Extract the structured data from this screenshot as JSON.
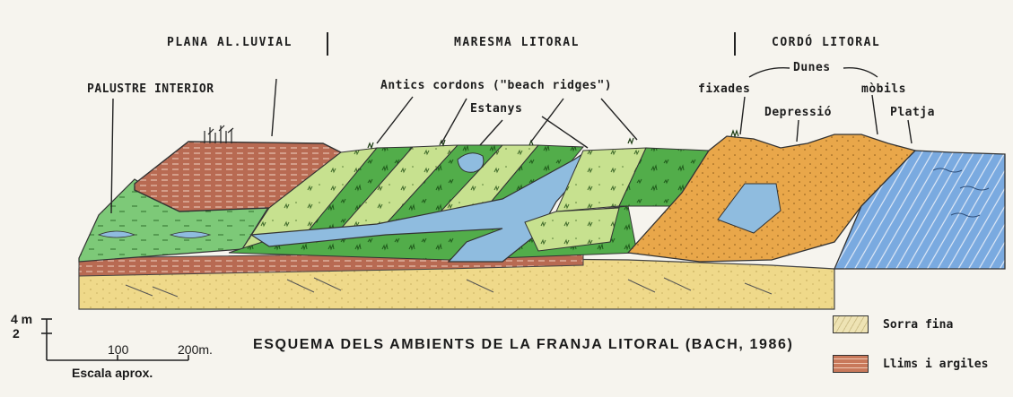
{
  "headers": {
    "plana": "PLANA AL.LUVIAL",
    "maresma": "MARESMA LITORAL",
    "cordo": "CORDÓ LITORAL"
  },
  "labels": {
    "palustre": "PALUSTRE INTERIOR",
    "antics": "Antics cordons (\"beach ridges\")",
    "estanys": "Estanys",
    "dunes": "Dunes",
    "fixades": "fixades",
    "mobils": "mòbils",
    "depressio": "Depressió",
    "platja": "Platja"
  },
  "caption": "ESQUEMA DELS AMBIENTS DE LA FRANJA LITORAL (BACH, 1986)",
  "scale": {
    "v_top": "4 m",
    "v_mid": "2",
    "h_100": "100",
    "h_200": "200m.",
    "note": "Escala aprox."
  },
  "legend": [
    {
      "label": "Sorra fina",
      "color": "#e9d888"
    },
    {
      "label": "Llims i argiles",
      "color": "#c8785a"
    }
  ],
  "colors": {
    "sand": "#efd98a",
    "clay": "#b4604b",
    "marsh_green": "#6fc36f",
    "dark_green": "#3f9c3a",
    "light_green": "#c4e08d",
    "water": "#8fbcdf",
    "dune_orange": "#e8a345",
    "beach_blue": "#7aa7dc"
  }
}
